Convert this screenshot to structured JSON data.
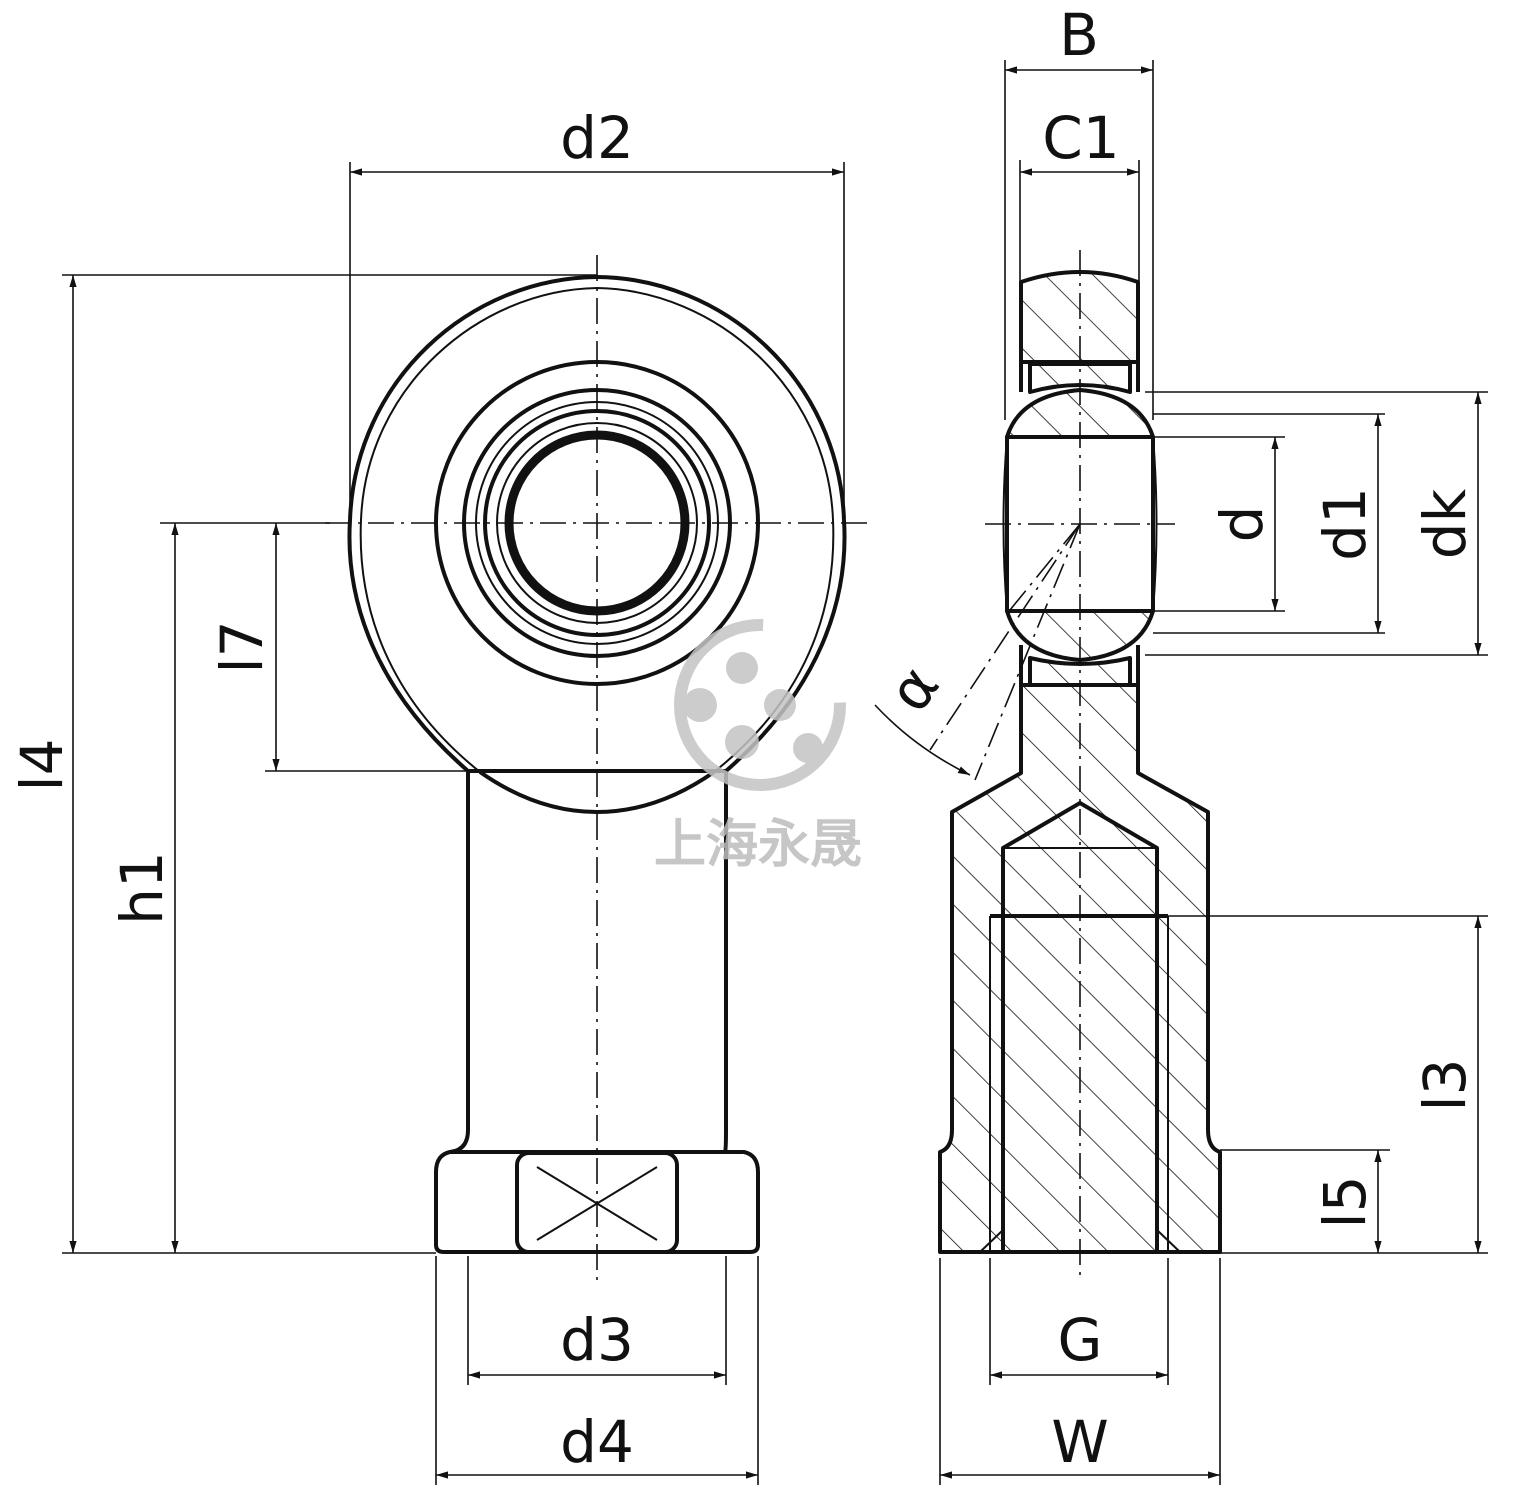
{
  "labels": {
    "B": "B",
    "C1": "C1",
    "d2": "d2",
    "d": "d",
    "d1": "d1",
    "dk": "dk",
    "l4": "l4",
    "h1": "h1",
    "l7": "l7",
    "alpha": "α",
    "l3": "l3",
    "l5": "l5",
    "d3": "d3",
    "d4": "d4",
    "G": "G",
    "W": "W"
  },
  "watermark": {
    "text": "上海永晟",
    "color": "#bdbdbd"
  }
}
